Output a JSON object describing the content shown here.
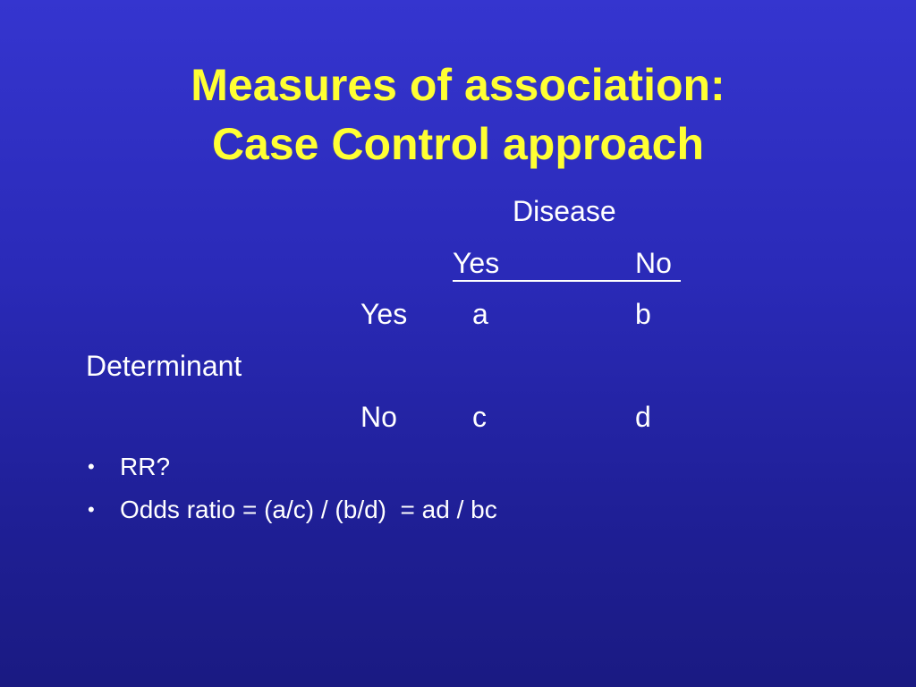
{
  "slide": {
    "title_line1": "Measures of association:",
    "title_line2": "Case Control approach",
    "table": {
      "disease_header": "Disease",
      "col_yes": "Yes",
      "col_no": "No",
      "row_label": "Determinant",
      "row_yes": "Yes",
      "row_no": "No",
      "cell_a": "a",
      "cell_b": "b",
      "cell_c": "c",
      "cell_d": "d"
    },
    "bullets": [
      {
        "marker": "•",
        "text": "RR?"
      },
      {
        "marker": "•",
        "text": "Odds ratio = (a/c) / (b/d)  = ad / bc"
      }
    ],
    "colors": {
      "title": "#ffff33",
      "text": "#ffffff",
      "background": "#2a2ab8"
    }
  }
}
